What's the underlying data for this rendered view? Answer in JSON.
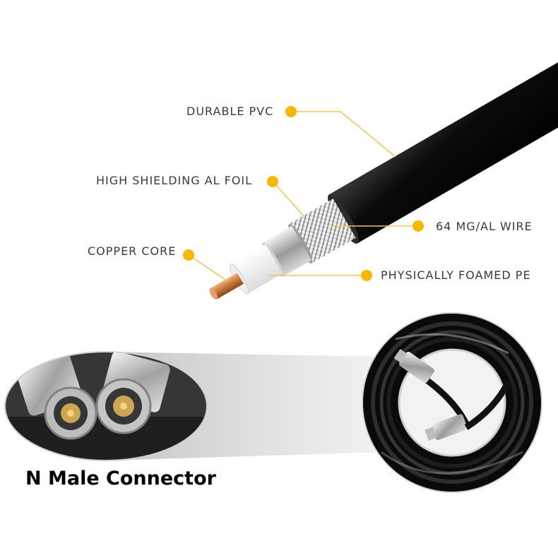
{
  "labels": {
    "durable_pvc": "DURABLE PVC",
    "al_foil": "HIGH SHIELDING AL FOIL",
    "mg_al_wire": "64 MG/AL WIRE",
    "copper_core": "COPPER CORE",
    "foamed_pe": "PHYSICALLY FOAMED PE"
  },
  "caption": "N Male Connector",
  "colors": {
    "callout_dot": "#f5b800",
    "callout_line": "#f3c25a",
    "label_text": "#3a3a3a",
    "jacket": "#0d0d0d",
    "copper": "#c8743a"
  }
}
